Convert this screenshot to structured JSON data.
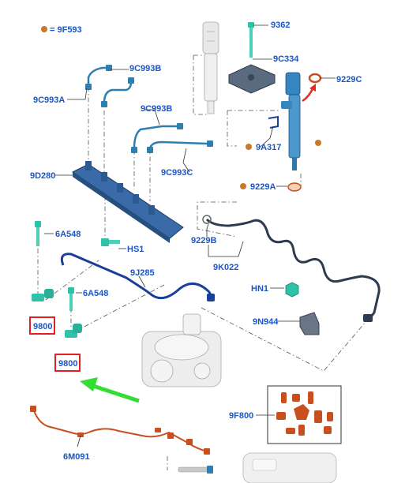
{
  "legend": {
    "text": "= 9F593",
    "dot_color": "#c8782a"
  },
  "labels": {
    "l_9362": "9362",
    "l_9c334": "9C334",
    "l_9229c": "9229C",
    "l_9c993b_top": "9C993B",
    "l_9c993a": "9C993A",
    "l_9c993b_mid": "9C993B",
    "l_9a317": "9A317",
    "l_9d280": "9D280",
    "l_9c993c": "9C993C",
    "l_9229a": "9229A",
    "l_6a548_top": "6A548",
    "l_9229b": "9229B",
    "l_hs1": "HS1",
    "l_9k022": "9K022",
    "l_9j285": "9J285",
    "l_hn1": "HN1",
    "l_6a548_mid": "6A548",
    "l_9800_a": "9800",
    "l_9n944": "9N944",
    "l_9800_b": "9800",
    "l_9f800": "9F800",
    "l_6m091": "6M091"
  },
  "colors": {
    "label": "#1a56c8",
    "part_blue": "#2e7fb0",
    "part_dark_blue": "#1a3f9a",
    "part_teal": "#2ec3a8",
    "part_orange": "#c8501e",
    "part_grey": "#c8c8c8",
    "highlight_box": "#e02020",
    "arrow_red": "#e03020",
    "arrow_green": "#33dd33"
  }
}
